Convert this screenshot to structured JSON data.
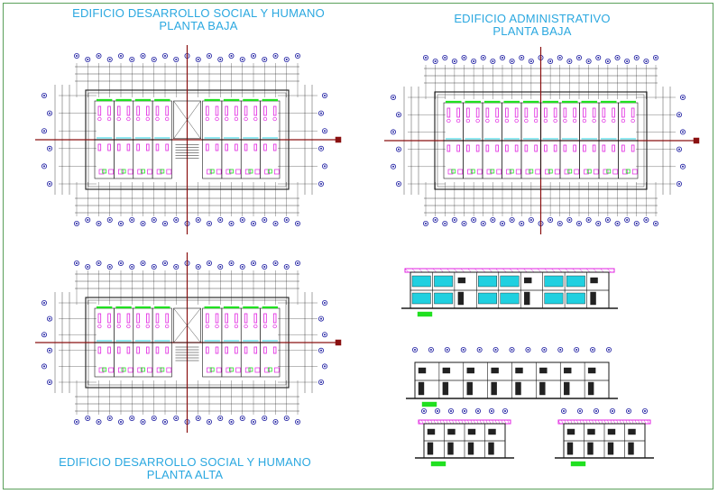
{
  "titles": {
    "social_baja": {
      "line1": "EDIFICIO DESARROLLO SOCIAL Y HUMANO",
      "line2": "PLANTA BAJA"
    },
    "admin_baja": {
      "line1": "EDIFICIO ADMINISTRATIVO",
      "line2": "PLANTA BAJA"
    },
    "social_alta": {
      "line1": "EDIFICIO DESARROLLO SOCIAL Y HUMANO",
      "line2": "PLANTA ALTA"
    }
  },
  "colors": {
    "title": "#2ba8e0",
    "walls": "#1a1a1a",
    "furniture": "#e020e0",
    "cyan": "#20d0e0",
    "green": "#20e020",
    "axis": "#8a1010",
    "grid_marker": "#1a1aa0",
    "frame": "#5aa05a"
  }
}
